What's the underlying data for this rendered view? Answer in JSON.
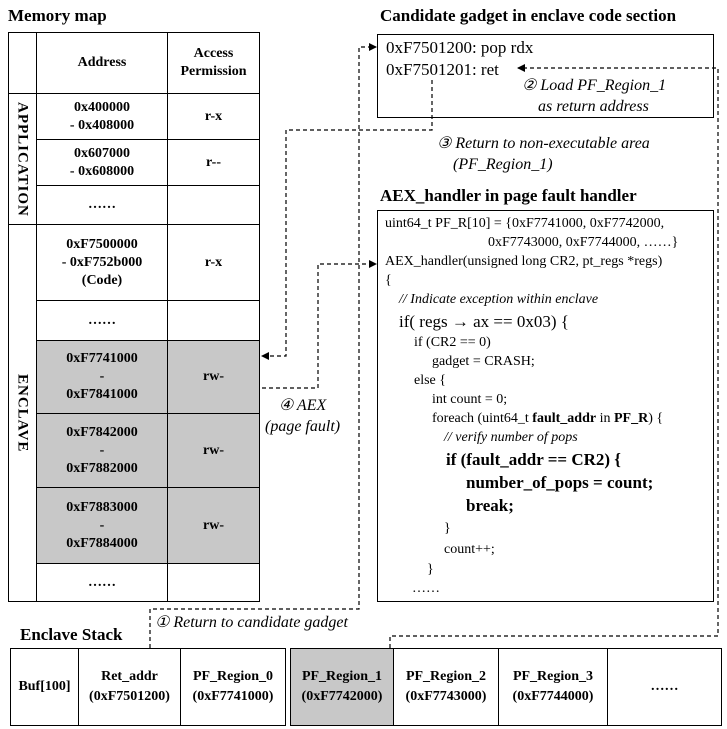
{
  "memory_map": {
    "title": "Memory map",
    "header_address": "Address",
    "header_permission": "Access\nPermission",
    "application_label": "APPLICATION",
    "enclave_label": "ENCLAVE",
    "rows": [
      {
        "address": "0x400000\n- 0x408000",
        "perm": "r-x"
      },
      {
        "address": "0x607000\n- 0x608000",
        "perm": "r--"
      },
      {
        "address": "……",
        "perm": ""
      },
      {
        "address": "0xF7500000\n- 0xF752b000\n(Code)",
        "perm": "r-x"
      },
      {
        "address": "……",
        "perm": ""
      },
      {
        "address": "0xF7741000\n-\n0xF7841000",
        "perm": "rw-"
      },
      {
        "address": "0xF7842000\n-\n0xF7882000",
        "perm": "rw-"
      },
      {
        "address": "0xF7883000\n-\n0xF7884000",
        "perm": "rw-"
      },
      {
        "address": "……",
        "perm": ""
      }
    ]
  },
  "gadget": {
    "title": "Candidate gadget in enclave code section",
    "line1": "0xF7501200: pop rdx",
    "line2": "0xF7501201: ret"
  },
  "handler": {
    "title": "AEX_handler in page fault handler",
    "lines": [
      "uint64_t PF_R[10] = {0xF7741000, 0xF7742000,",
      "0xF7743000, 0xF7744000, ……}",
      "AEX_handler(unsigned long CR2, pt_regs *regs)",
      "{",
      "// Indicate exception within enclave",
      "if( regs → ax == 0x03) {",
      "if (CR2 == 0)",
      "gadget = CRASH;",
      "else {",
      "int count = 0;",
      "foreach (uint64_t ",
      "fault_addr",
      " in ",
      "PF_R",
      ") {",
      "// verify number of pops",
      "if (fault_addr == CR2) {",
      "number_of_pops = count;",
      "break;",
      "}",
      "count++;",
      "}",
      "……"
    ]
  },
  "annotations": {
    "a1": "① Return to candidate gadget",
    "a2": "② Load PF_Region_1\n    as return address",
    "a3": "③ Return to non-executable area\n    (PF_Region_1)",
    "a4": "④ AEX\n(page fault)"
  },
  "stack": {
    "title": "Enclave Stack",
    "cells": [
      "Buf[100]",
      "Ret_addr\n(0xF7501200)",
      "PF_Region_0\n(0xF7741000)",
      "PF_Region_1\n(0xF7742000)",
      "PF_Region_2\n(0xF7743000)",
      "PF_Region_3\n(0xF7744000)",
      "……"
    ]
  },
  "colors": {
    "highlight": "#c8c8c8"
  }
}
